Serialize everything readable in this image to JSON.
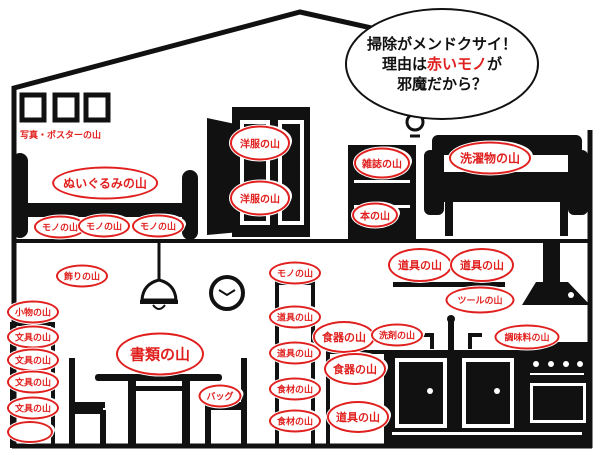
{
  "speech_bubble": {
    "line1": "掃除がメンドクサイ！",
    "line2_prefix": "理由は",
    "line2_highlight": "赤いモノ",
    "line2_suffix": "が",
    "line3": "邪魔だから？"
  },
  "colors": {
    "label": "#e0201e",
    "outline": "#111111"
  },
  "upstairs": {
    "photos_label": "写真・ポスターの山",
    "stuffed_toys": "ぬいぐるみの山",
    "under_bed": [
      "モノの山",
      "モノの山",
      "モノの山"
    ],
    "closet": [
      "洋服の山",
      "洋服の山"
    ],
    "magazines": "雑誌の山",
    "books": "本の山",
    "laundry": "洗濯物の山"
  },
  "downstairs": {
    "decorations": "飾りの山",
    "shelf_left": [
      "小物の山",
      "文具の山",
      "文具の山",
      "文具の山",
      "文具の山"
    ],
    "documents": "書類の山",
    "bag": "バッグ",
    "tall_shelf": [
      "モノの山",
      "道具の山",
      "道具の山",
      "食材の山",
      "食材の山"
    ],
    "kitchen_shelf": [
      "道具の山",
      "道具の山"
    ],
    "tools": "ツールの山",
    "dishes": [
      "食器の山",
      "食器の山"
    ],
    "detergent": "洗剤の山",
    "seasoning": "調味料の山",
    "cupboard_tools": "道具の山"
  }
}
